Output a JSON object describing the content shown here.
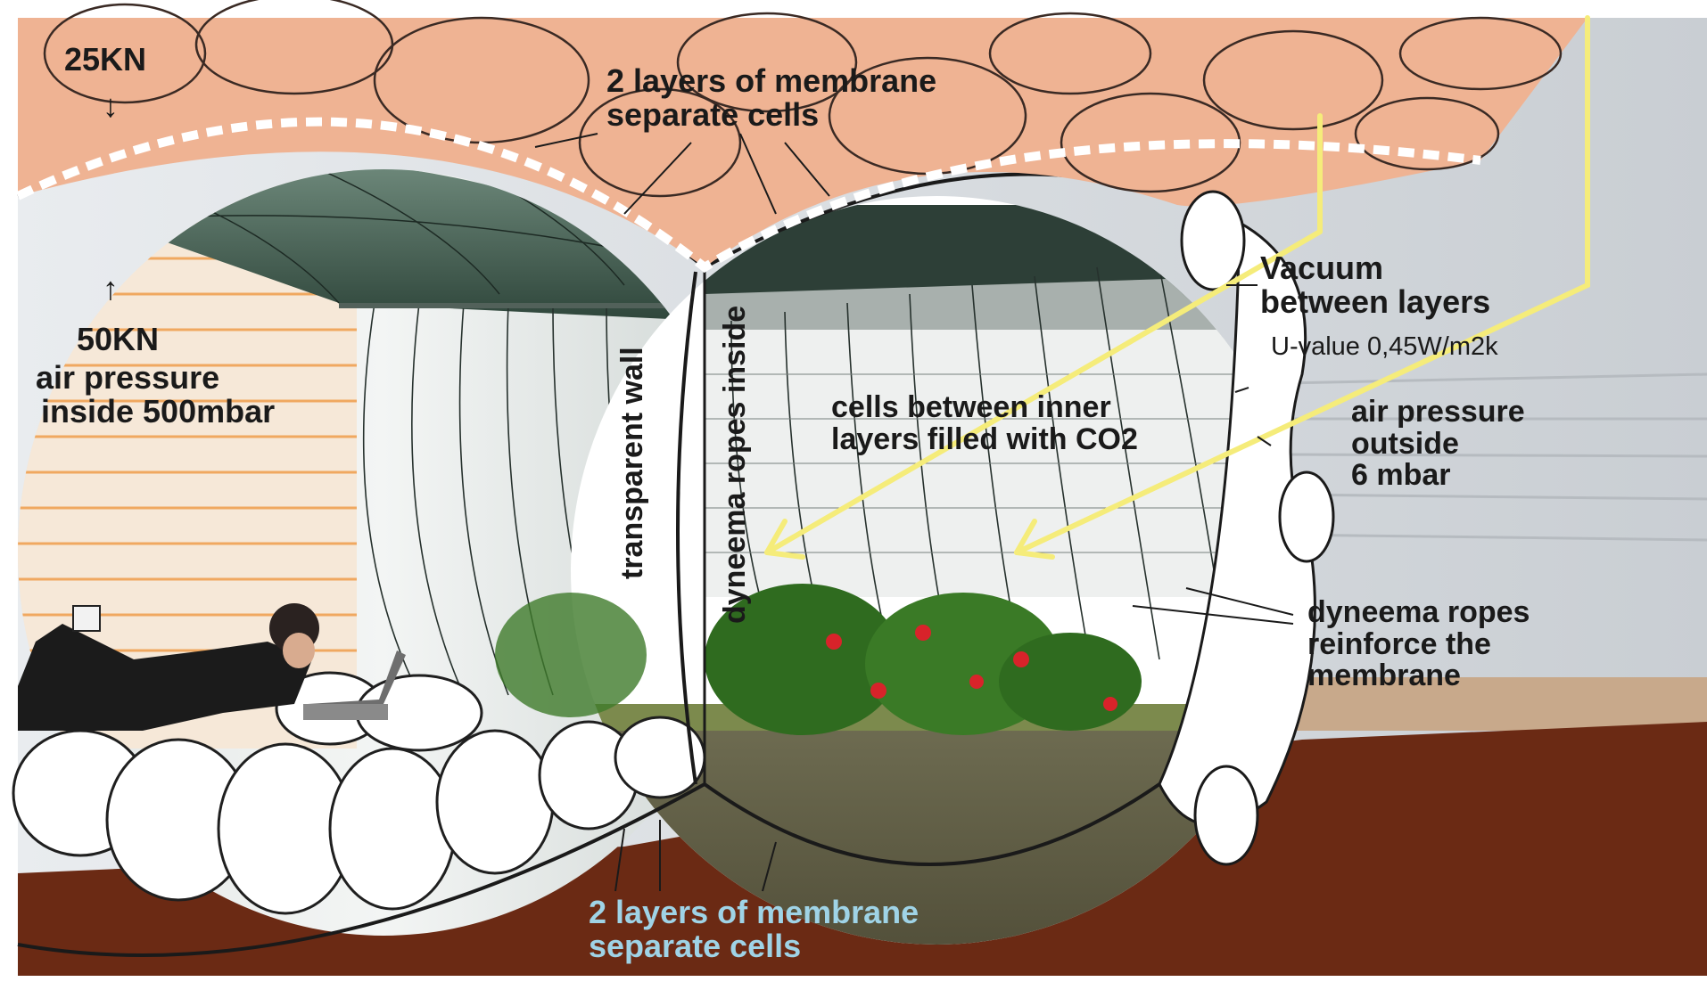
{
  "labels": {
    "top_load": "25KN",
    "top_arrow": "↓",
    "up_arrow": "↑",
    "inside_load": "50KN",
    "inside_pressure": [
      "air pressure",
      "inside 500mbar"
    ],
    "top_membrane": [
      "2 layers of membrane",
      "separate cells"
    ],
    "vacuum": [
      "Vacuum",
      "between layers"
    ],
    "u_value": "U-value 0,45W/m2k",
    "co2_cells": [
      "cells between inner",
      "layers filled with CO2"
    ],
    "outside_pressure": [
      "air pressure",
      "outside",
      "6 mbar"
    ],
    "transparent_wall": "transparent wall",
    "dyneema_inside": "dyneema ropes inside",
    "dyneema_reinforce": [
      "dyneema ropes",
      "reinforce the",
      "membrane"
    ],
    "bottom_membrane": [
      "2 layers of membrane",
      "separate cells"
    ]
  },
  "colors": {
    "roof_cells": "#efb393",
    "ceiling_panels": "#3f5a4c",
    "wall_stripes": "#f0a860",
    "ground": "#6b2a14",
    "sunlight_arrows": "#f5ec7a",
    "bottom_label": "#9fd3e6"
  },
  "icons": [
    "person-figure",
    "laptop-icon",
    "plant-icon"
  ]
}
